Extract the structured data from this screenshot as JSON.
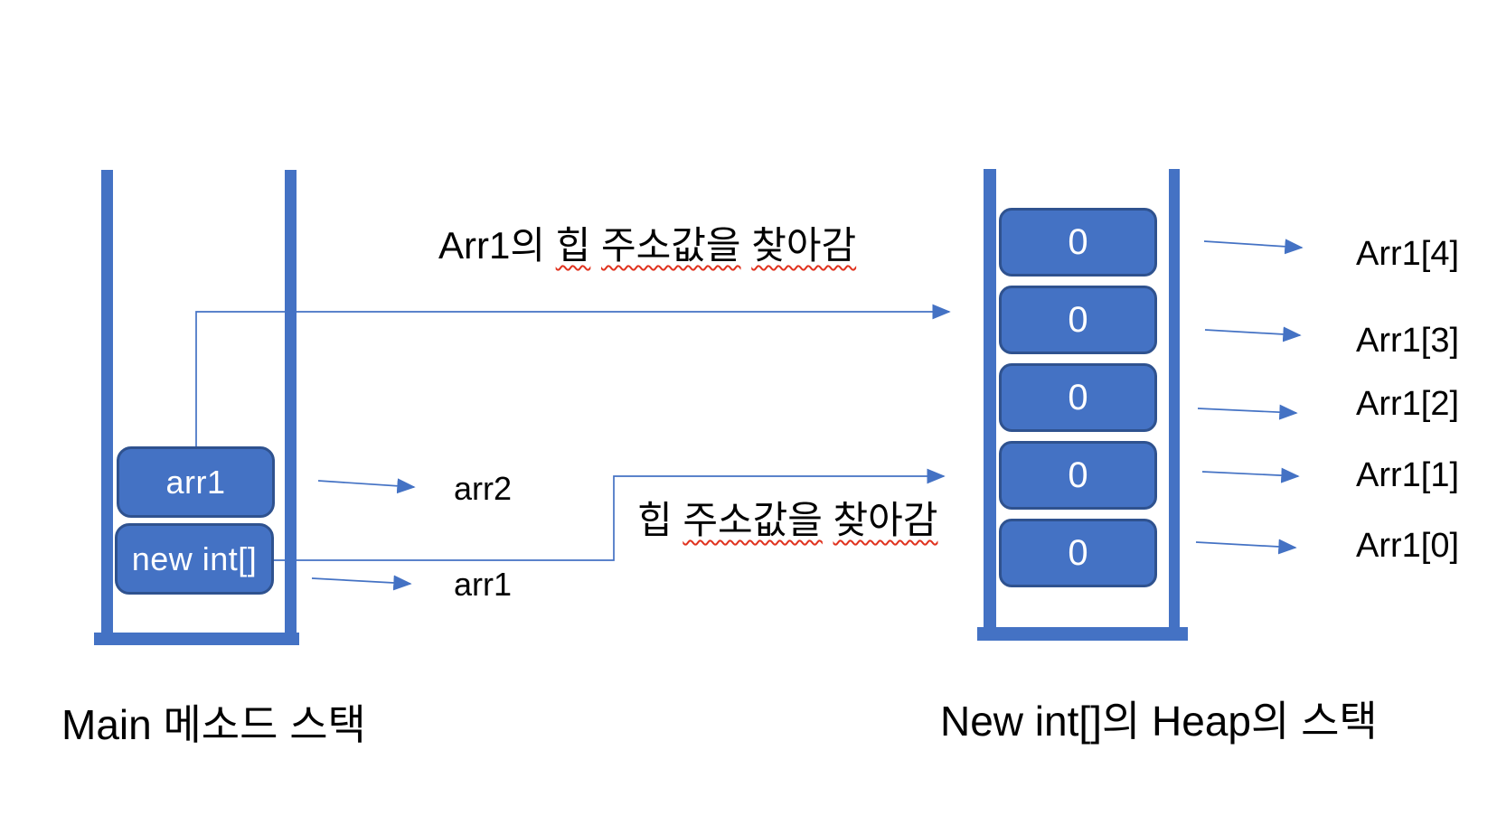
{
  "colors": {
    "shape_fill": "#4472C4",
    "shape_border": "#2F528F",
    "connector": "#4472C4",
    "spellcheck_underline": "#E0321E",
    "box_text": "#FFFFFF",
    "label_text": "#000000"
  },
  "main_stack": {
    "caption": "Main 메소드 스택",
    "frames": [
      {
        "label": "arr1"
      },
      {
        "label": "new int[]"
      }
    ]
  },
  "heap_stack": {
    "caption": "New int[]의 Heap의 스택",
    "cells": [
      "0",
      "0",
      "0",
      "0",
      "0"
    ],
    "element_labels": [
      "Arr1[4]",
      "Arr1[3]",
      "Arr1[2]",
      "Arr1[1]",
      "Arr1[0]"
    ]
  },
  "reference_labels": {
    "arr2": "arr2",
    "arr1": "arr1"
  },
  "annotations": {
    "arr1_lookup": {
      "prefix": "Arr1의",
      "underlined_words": [
        "힙",
        "주소값을",
        "찾아감"
      ]
    },
    "heap_lookup": {
      "prefix": "힙",
      "underlined_words": [
        "주소값을",
        "찾아감"
      ]
    }
  }
}
